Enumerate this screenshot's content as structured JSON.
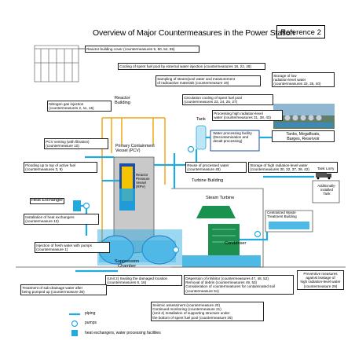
{
  "title": "Overview of Major Countermeasures in the Power Station",
  "reference": "Reference 2",
  "labels": {
    "reactor_cover": "Reactor building cover (countermeasures 5, 50, 54, 55)",
    "spent_fuel_cooling": "Cooling of spent fuel pool by external water injection (countermeasures 18, 22, 28)",
    "sampling": "Sampling of steam/pool water and measurement\nof radioactive materials (countermeasure 19)",
    "circulation": "Circulation cooling of spent fuel pool\n(countermeasures 23, 24, 25, 27)",
    "nitrogen": "Nitrogen gas injection\n(countermeasures 2, 11, 15)",
    "pcv_venting": "PCV venting (with filtration)\n(countermeasure 10)",
    "flooding": "Flooding up to top of active fuel\n(countermeasures 3, 9)",
    "heat_exchangers": "Installation of heat exchangers\n(countermeasure 13)",
    "fresh_water": "Injection of fresh water with pumps\n(countermeasure 1)",
    "sealing": "(Unit 2) Sealing the damaged location\n(countermeasures 6, 16)",
    "sub_drainage": "Treatment of sub-drainage water after\nbeing pumped up (countermeasure 36)",
    "processing_high": "Processing high radiation-level\nwater (countermeasures 31, 38, 43)",
    "water_facility": "Water processing facility\n(Decontamination and\ndesalt processing)",
    "reuse": "Reuse of processed water\n(countermeasure 45)",
    "storage_high": "Storage of high radiation-level water\n(countermeasures 30, 32, 37, 39, 42)",
    "storage_low": "Storage of low\nradiation-level water\n(countermeasures 33, 35, 40)",
    "tanks": "Tanks, Megafloats,\nBarges, Reservoir",
    "additional_tank": "Additionally-installed\nTank",
    "dispersion": "Dispersion of inhibitor (countermeasures 47, 48, 52)\nRemoval of debris (countermeasures 49, 53)\nConsideration of countermeasures for contaminated soil\n(countermeasure 51)",
    "preventive": "Preventive measures\nagainst leakage of\nhigh radiation-level water\n(countermeasure 29)",
    "seismic": "Seismic assessment (countermeasure 20)\nContinued monitoring (countermeasure 21)\n(Unit 4) Installation of supporting structure under\nthe bottom of spent fuel pool (countermeasure 26)"
  },
  "plain_labels": {
    "reactor_building": "Reactor\nBuilding",
    "tank": "Tank",
    "pcv": "Primary Containment\nVessel (PCV)",
    "rpv": "Reactor\nPressure\nVessel\n(RPV)",
    "turbine_building": "Turbine Building",
    "steam_turbine": "Steam Turbine",
    "heat_exchanger": "Heat Exchanger",
    "centralized_waste": "Centralized Waste\nTreatment Building",
    "condenser": "Condenser",
    "suppression": "Suppression\nChamber",
    "tank_lorry": "Tank Lorry"
  },
  "legend": {
    "piping": "piping",
    "pumps": "pumps",
    "facilities": "heat exchangers, water processing facilities"
  },
  "colors": {
    "water": "#23a7e0",
    "water_light": "#9fd8f2",
    "pipe": "#21a9e1",
    "condenser": "#1d8f4e",
    "turbine": "#19924f",
    "dark_blue": "#1d4fa3",
    "orange": "#f2a51a",
    "red": "#e02c23",
    "yellow": "#f5c400",
    "gray": "#c9c9c9"
  }
}
